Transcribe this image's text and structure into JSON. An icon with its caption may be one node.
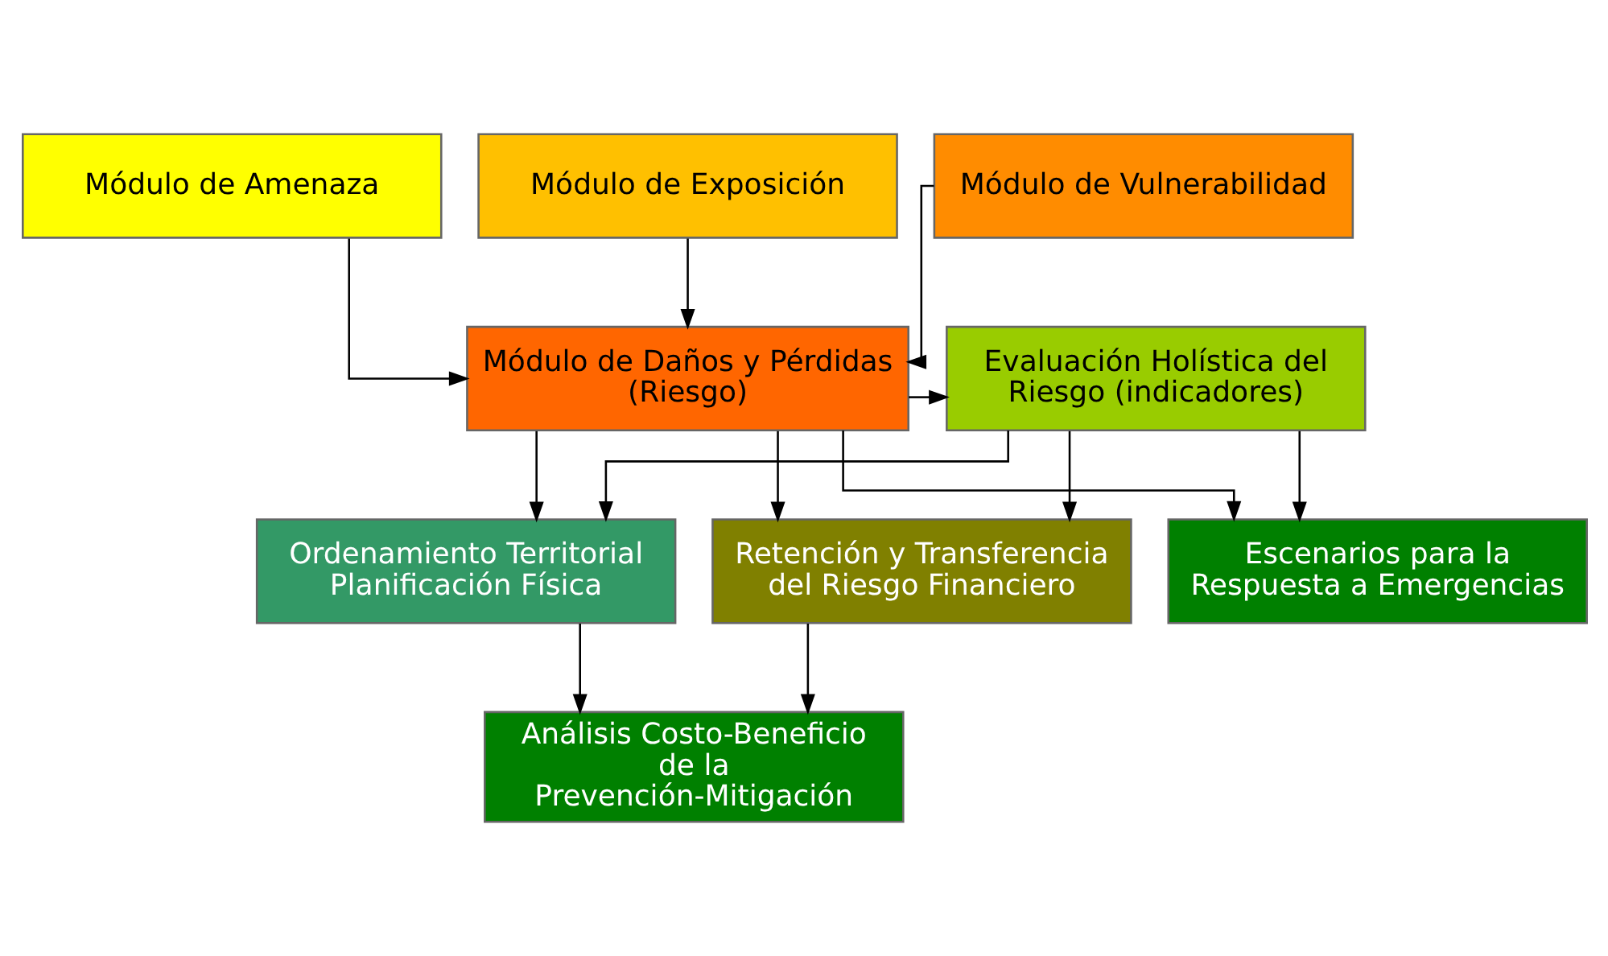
{
  "diagram": {
    "nodes": [
      {
        "text": [
          "Módulo de Amenaza"
        ]
      },
      {
        "text": [
          "Módulo de Exposición"
        ]
      },
      {
        "text": [
          "Módulo de Vulnerabilidad"
        ]
      },
      {
        "text": [
          "Módulo de Daños y Pérdidas (Riesgo)"
        ]
      },
      {
        "text": [
          "Evaluación Holística del Riesgo (indicadores)"
        ]
      },
      {
        "text": [
          "Retención y Transferencia del Riesgo Financiero"
        ]
      },
      {
        "text": [
          "Ordenamiento Territorial Planificación Física"
        ]
      },
      {
        "text": [
          "Escenarios para la Respuesta a Emergencias"
        ]
      },
      {
        "text": [
          "Análisis Costo-Beneficio de la Prevención-Mitigación"
        ]
      }
    ],
    "edges": [
      {
        "from": 0,
        "to": 3,
        "arrow": "to"
      },
      {
        "from": 1,
        "to": 3,
        "arrow": "to"
      },
      {
        "from": 2,
        "to": 3,
        "arrow": "to"
      },
      {
        "from": 3,
        "to": 4,
        "arrow": "to"
      },
      {
        "from": 4,
        "to": 5,
        "arrow": "to"
      },
      {
        "from": 4,
        "to": 6,
        "arrow": "to"
      },
      {
        "from": 4,
        "to": 7,
        "arrow": "to"
      },
      {
        "from": 3,
        "to": 5,
        "arrow": "to"
      },
      {
        "from": 3,
        "to": 6,
        "arrow": "to"
      },
      {
        "from": 3,
        "to": 7,
        "arrow": "to"
      },
      {
        "from": 5,
        "to": 8,
        "arrow": "to"
      },
      {
        "from": 6,
        "to": 8,
        "arrow": "to"
      }
    ]
  }
}
